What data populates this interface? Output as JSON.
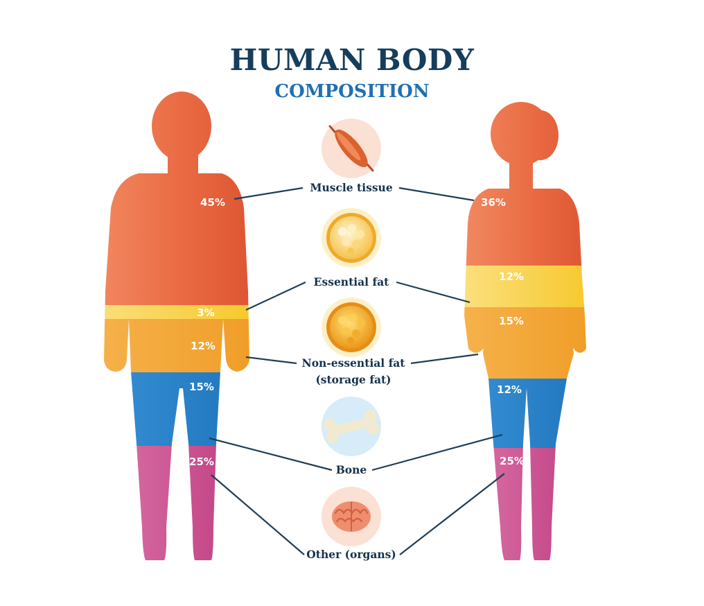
{
  "title": "HUMAN BODY",
  "subtitle": "COMPOSITION",
  "categories": [
    {
      "key": "muscle",
      "label": "Muscle tissue",
      "male": "45%",
      "female": "36%",
      "icon": "muscle-icon"
    },
    {
      "key": "essential_fat",
      "label": "Essential fat",
      "male": "3%",
      "female": "12%",
      "icon": "fat-cell-icon"
    },
    {
      "key": "nonessential_fat",
      "label": "Non-essential fat",
      "label2": "(storage fat)",
      "male": "12%",
      "female": "15%",
      "icon": "storage-fat-icon"
    },
    {
      "key": "bone",
      "label": "Bone",
      "male": "15%",
      "female": "12%",
      "icon": "bone-icon"
    },
    {
      "key": "other",
      "label": "Other (organs)",
      "male": "25%",
      "female": "25%",
      "icon": "organ-icon"
    }
  ],
  "colors": {
    "muscle": "#e5613a",
    "essential_fat": "#f7d34a",
    "nonessential_fat": "#f2a233",
    "bone": "#2f86cc",
    "other": "#cf4c8e",
    "title": "#163d5c",
    "subtitle": "#1f70b3"
  }
}
